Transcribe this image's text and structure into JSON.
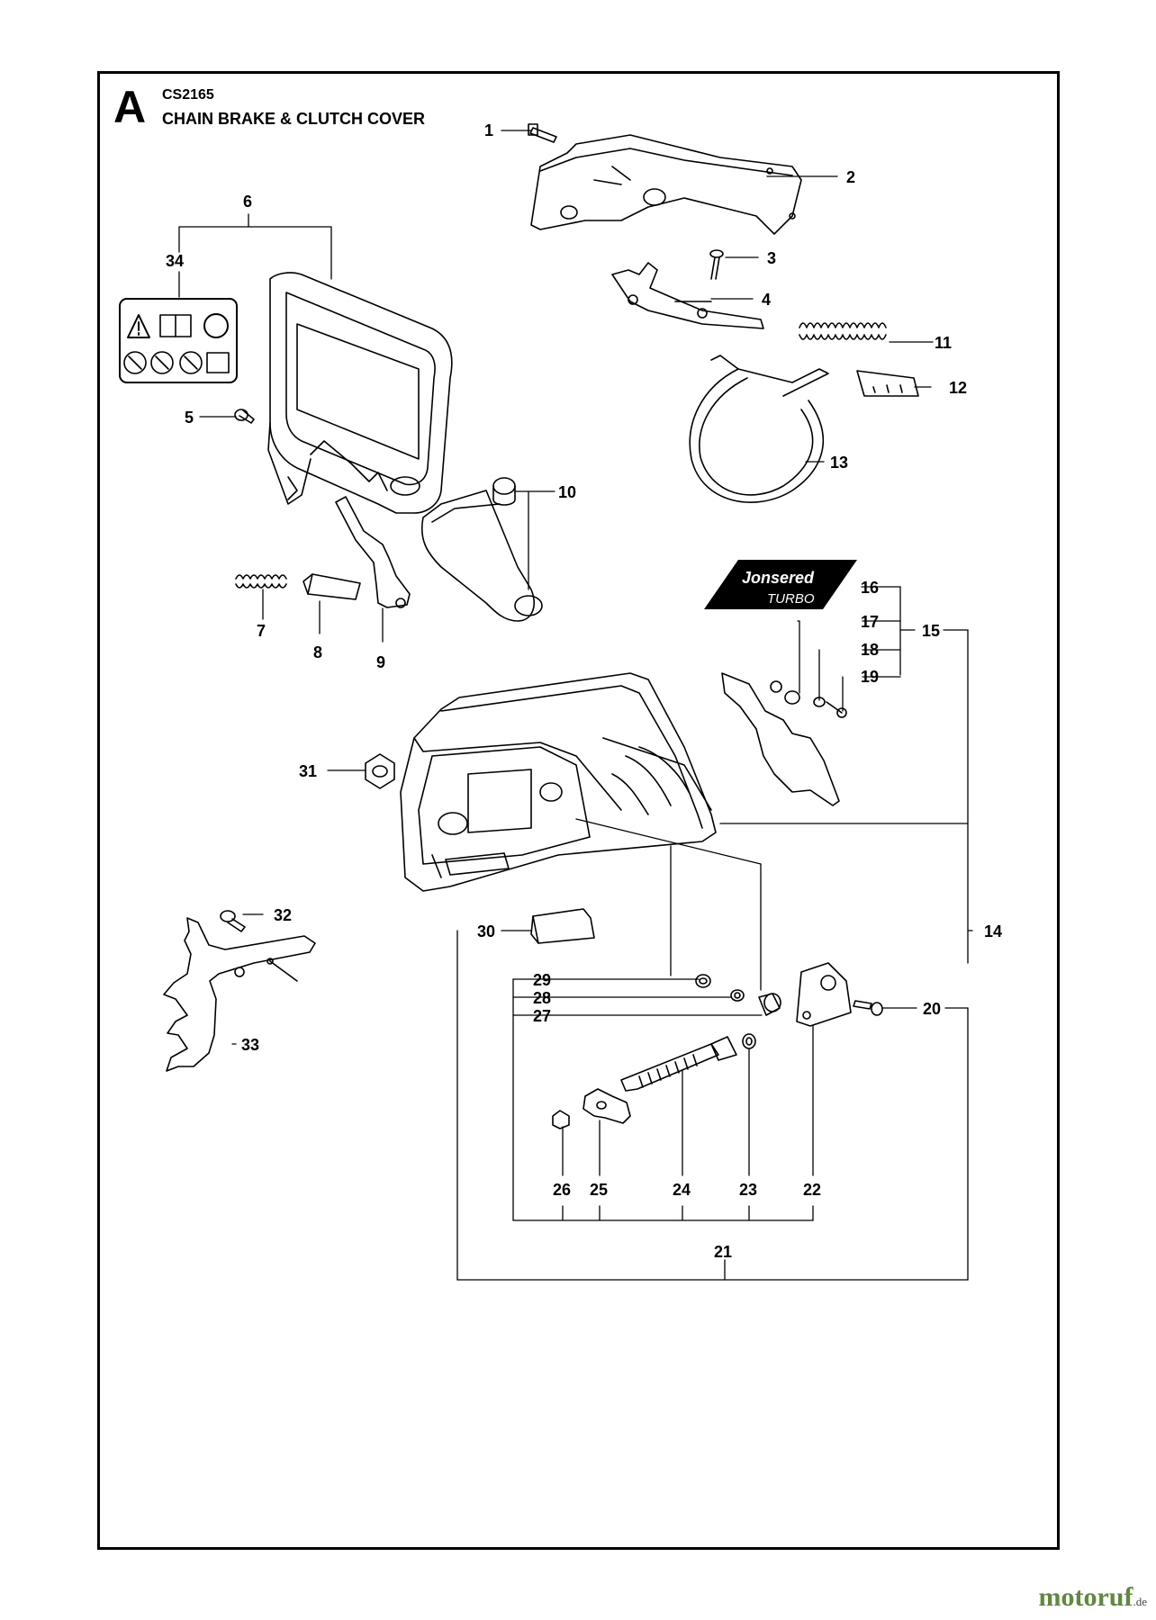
{
  "header": {
    "section_letter": "A",
    "model_code": "CS2165",
    "title": "CHAIN BRAKE & CLUTCH COVER"
  },
  "decal": {
    "line1": "Jonsered",
    "line2": "TURBO"
  },
  "callouts": {
    "c1": "1",
    "c2": "2",
    "c3": "3",
    "c4": "4",
    "c5": "5",
    "c6": "6",
    "c7": "7",
    "c8": "8",
    "c9": "9",
    "c10": "10",
    "c11": "11",
    "c12": "12",
    "c13": "13",
    "c14": "14",
    "c15": "15",
    "c16": "16",
    "c17": "17",
    "c18": "18",
    "c19": "19",
    "c20": "20",
    "c21": "21",
    "c22": "22",
    "c23": "23",
    "c24": "24",
    "c25": "25",
    "c26": "26",
    "c27": "27",
    "c28": "28",
    "c29": "29",
    "c30": "30",
    "c31": "31",
    "c32": "32",
    "c33": "33",
    "c34": "34"
  },
  "watermark": {
    "brand": "motoruf",
    "tld": ".de"
  }
}
